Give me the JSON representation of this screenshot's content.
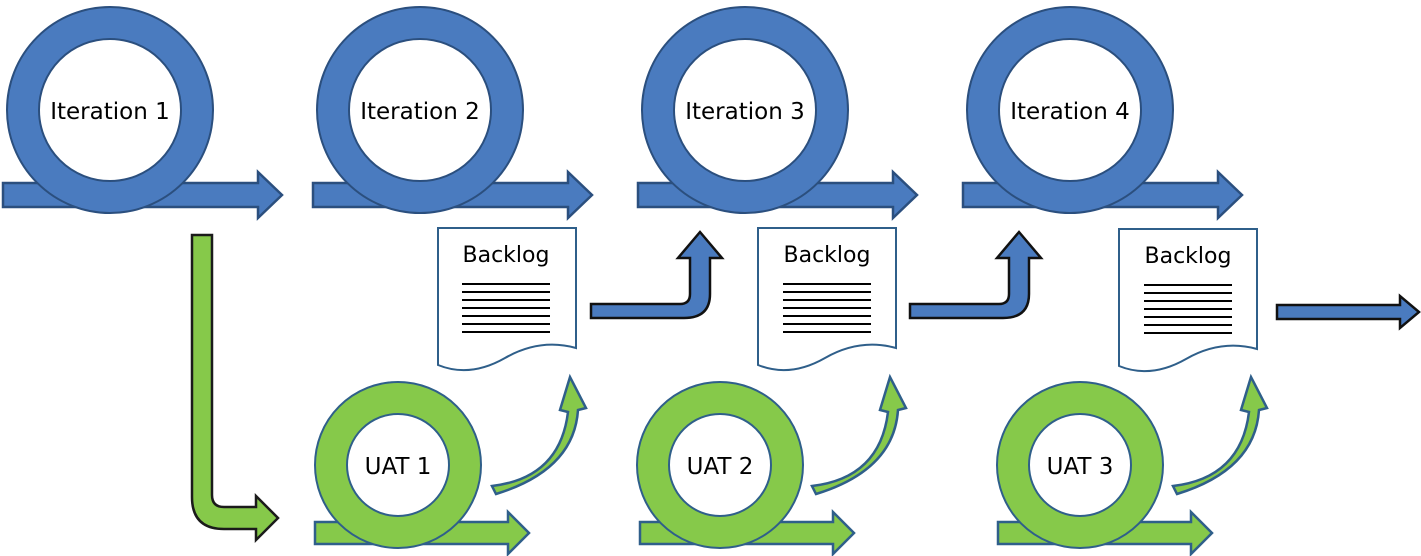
{
  "iterations": [
    {
      "label": "Iteration 1"
    },
    {
      "label": "Iteration 2"
    },
    {
      "label": "Iteration 3"
    },
    {
      "label": "Iteration 4"
    }
  ],
  "uats": [
    {
      "label": "UAT 1"
    },
    {
      "label": "UAT 2"
    },
    {
      "label": "UAT 3"
    }
  ],
  "backlogs": [
    {
      "label": "Backlog"
    },
    {
      "label": "Backlog"
    },
    {
      "label": "Backlog"
    }
  ],
  "colors": {
    "iteration_blue": "#4a7bbf",
    "uat_green": "#86c94a",
    "outline_dark_blue": "#2b4f7e"
  }
}
